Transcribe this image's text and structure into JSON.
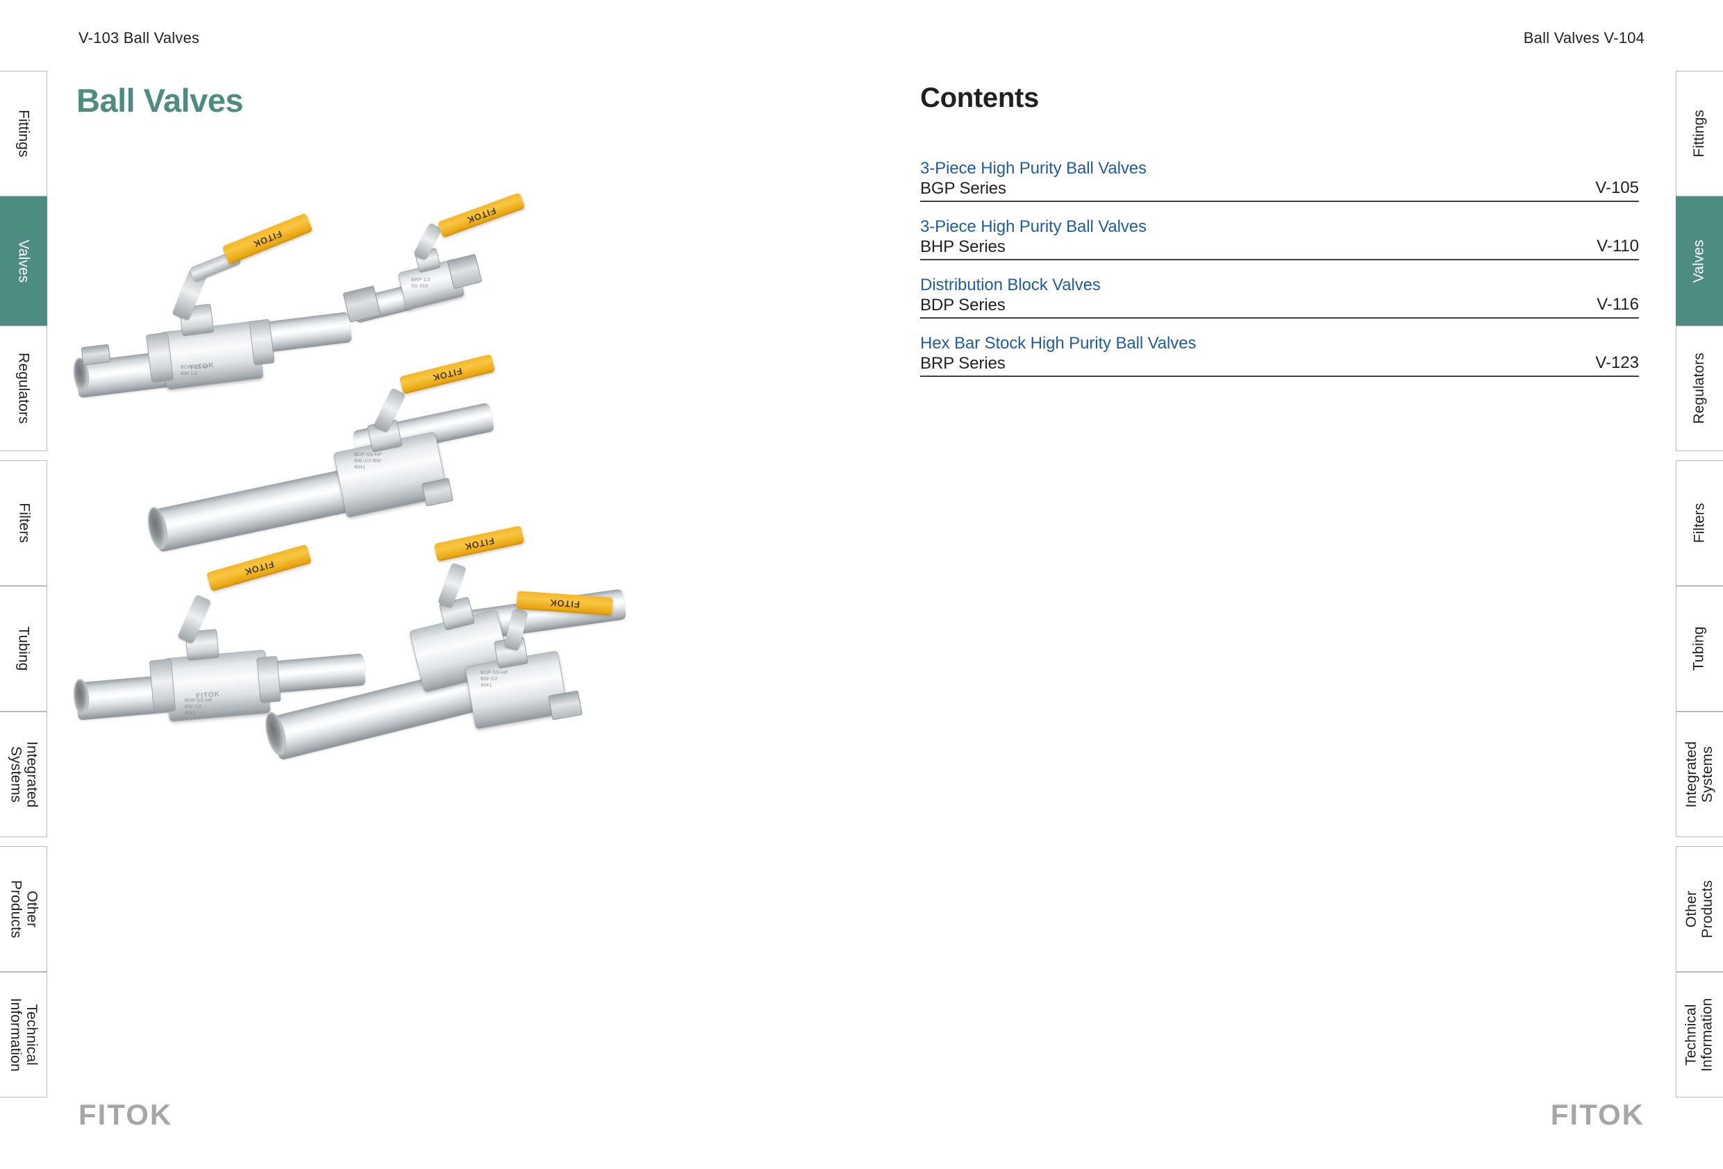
{
  "header": {
    "left_runhead": "V-103  Ball Valves",
    "right_runhead": "Ball Valves  V-104"
  },
  "page_title": "Ball Valves",
  "contents": {
    "title": "Contents",
    "entries": [
      {
        "heading": "3-Piece High Purity Ball Valves",
        "series": "BGP Series",
        "page": "V-105"
      },
      {
        "heading": "3-Piece High Purity Ball Valves",
        "series": "BHP Series",
        "page": "V-110"
      },
      {
        "heading": "Distribution Block Valves",
        "series": "BDP Series",
        "page": "V-116"
      },
      {
        "heading": "Hex Bar Stock High Purity Ball Valves",
        "series": "BRP Series",
        "page": "V-123"
      }
    ]
  },
  "side_tabs": [
    {
      "label": "Fittings",
      "active": false
    },
    {
      "label": "Valves",
      "active": true
    },
    {
      "label": "Regulators",
      "active": false
    },
    {
      "label": "Filters",
      "active": false
    },
    {
      "label": "Tubing",
      "active": false
    },
    {
      "label": "Integrated\nSystems",
      "active": false
    },
    {
      "label": "Other\nProducts",
      "active": false
    },
    {
      "label": "Technical\nInformation",
      "active": false
    }
  ],
  "footer": {
    "logo_left": "FITOK",
    "logo_right": "FITOK"
  },
  "product_photo": {
    "description": "Stainless steel 3-piece high purity ball valves with yellow FITOK lever handles and tube butt-weld ends",
    "handle_brand": "FITOK",
    "body_engraving": "FITOK",
    "valves": [
      {
        "name": "bgp-series-valve-upper-left"
      },
      {
        "name": "brp-series-valve-upper-right"
      },
      {
        "name": "bdp-distribution-block-valve-center"
      },
      {
        "name": "bhp-series-valve-lower-left"
      },
      {
        "name": "bdp-block-valve-lower-right"
      }
    ]
  },
  "colors": {
    "brand_green": "#4d8c80",
    "link_blue": "#1f5c9e",
    "rule": "#403d3c",
    "logo_grey": "#a6a6a6",
    "handle_yellow": "#f5b625"
  }
}
